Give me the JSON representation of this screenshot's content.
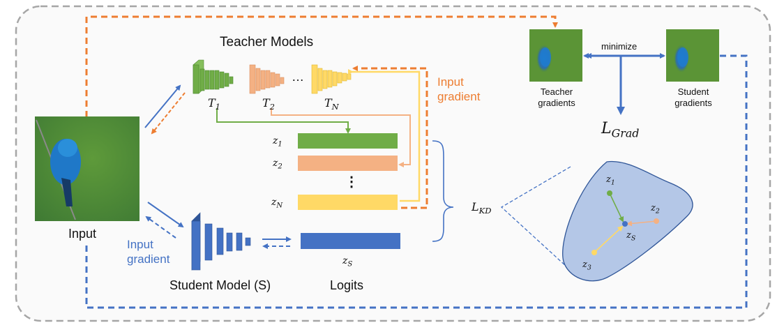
{
  "colors": {
    "blue": "#4472C4",
    "orange": "#ED7D31",
    "green": "#70AD47",
    "salmon": "#F4B183",
    "yellow": "#FFD966",
    "gray_border": "#A6A6A6",
    "blob_fill": "#B4C7E7",
    "blob_stroke": "#2F5597"
  },
  "input": {
    "label": "Input",
    "image": "blue-bird-on-branch"
  },
  "teachers": {
    "title": "Teacher Models",
    "models": [
      {
        "symbol": "T",
        "sub": "1",
        "color": "green"
      },
      {
        "symbol": "T",
        "sub": "2",
        "color": "salmon"
      },
      {
        "symbol": "T",
        "sub": "N",
        "color": "yellow"
      }
    ],
    "ellipsis": "…"
  },
  "student": {
    "label": "Student Model (S)",
    "color": "blue"
  },
  "logits": {
    "label": "Logits",
    "teacher_logits": [
      {
        "symbol": "z",
        "sub": "1"
      },
      {
        "symbol": "z",
        "sub": "2"
      },
      {
        "symbol": "z",
        "sub": "N"
      }
    ],
    "vdots": "⋮",
    "student_logit": {
      "symbol": "z",
      "sub": "S"
    }
  },
  "input_gradient_teacher": {
    "line1": "Input",
    "line2": "gradient"
  },
  "input_gradient_student": {
    "line1": "Input",
    "line2": "gradient"
  },
  "loss_kd": {
    "symbol": "L",
    "sub": "KD"
  },
  "loss_grad": {
    "symbol": "L",
    "sub": "Grad"
  },
  "gradients": {
    "teacher": {
      "line1": "Teacher",
      "line2": "gradients"
    },
    "student": {
      "line1": "Student",
      "line2": "gradients"
    },
    "minimize": "minimize"
  },
  "embedding": {
    "points": [
      {
        "symbol": "z",
        "sub": "1"
      },
      {
        "symbol": "z",
        "sub": "2"
      },
      {
        "symbol": "z",
        "sub": "3"
      },
      {
        "symbol": "z",
        "sub": "S"
      }
    ]
  }
}
